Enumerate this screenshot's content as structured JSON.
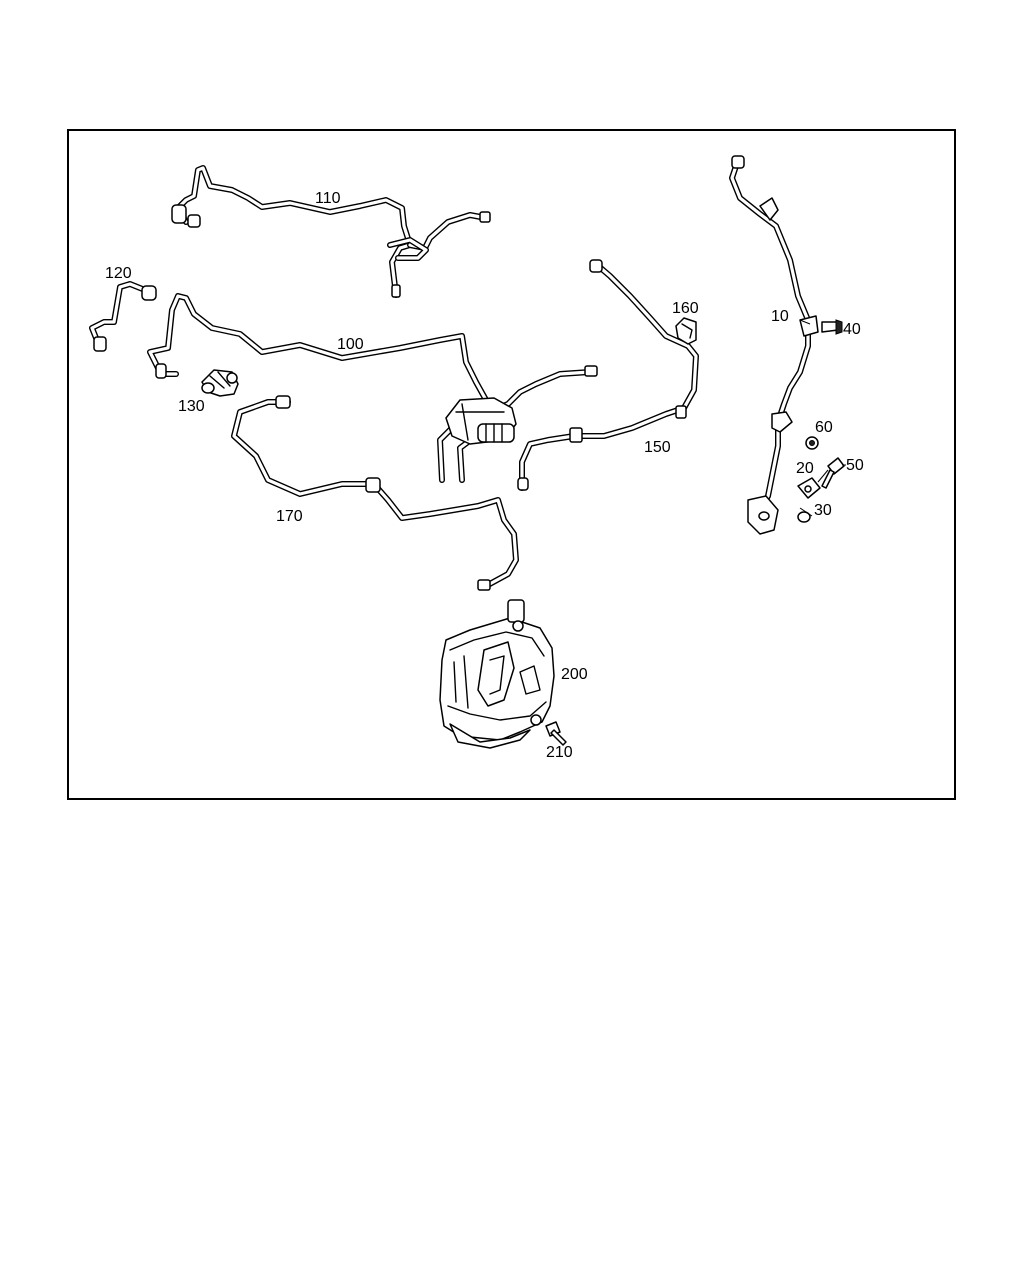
{
  "callouts": {
    "c10": "10",
    "c20": "20",
    "c30": "30",
    "c40": "40",
    "c50": "50",
    "c60": "60",
    "c100": "100",
    "c110": "110",
    "c120": "120",
    "c130": "130",
    "c150": "150",
    "c160": "160",
    "c170": "170",
    "c200": "200",
    "c210": "210"
  }
}
